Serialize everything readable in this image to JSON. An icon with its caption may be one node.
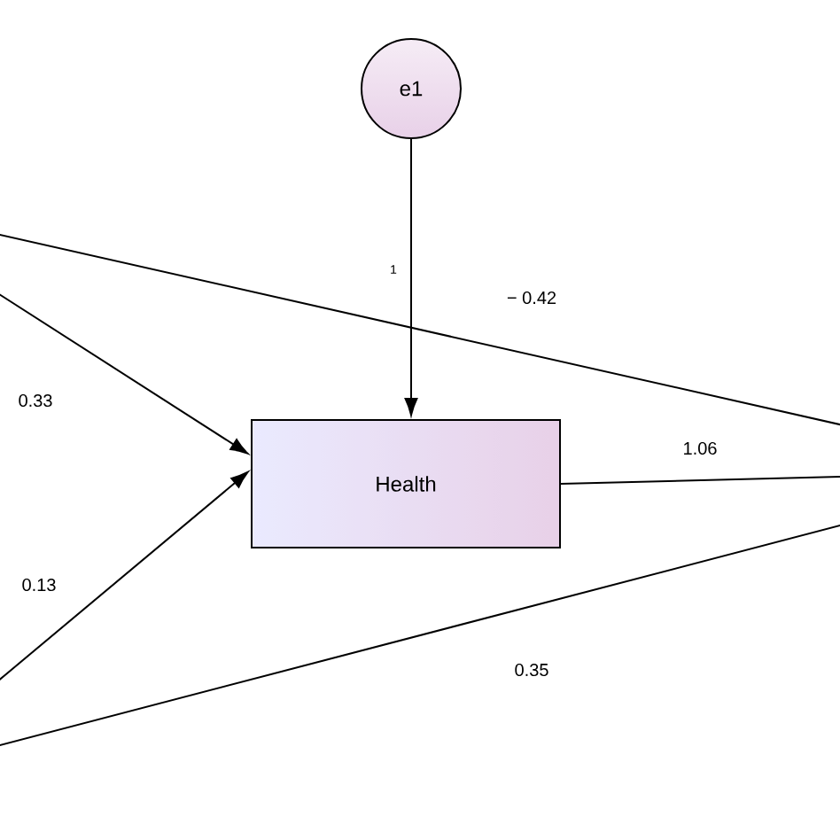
{
  "diagram": {
    "nodes": [
      {
        "text": [
          "e1"
        ]
      },
      {
        "text": [
          "Health"
        ]
      }
    ],
    "edges": [
      {
        "from": 0,
        "to": 1,
        "arrow": "to",
        "label": "1"
      },
      {
        "from": null,
        "to": 1,
        "arrow": "to",
        "label": "0.33"
      },
      {
        "from": null,
        "to": 1,
        "arrow": "to",
        "label": "0.13"
      },
      {
        "from": 1,
        "to": null,
        "arrow": "none",
        "label": "1.06"
      }
    ],
    "labels": [
      "− 0.42",
      "0.35"
    ]
  }
}
